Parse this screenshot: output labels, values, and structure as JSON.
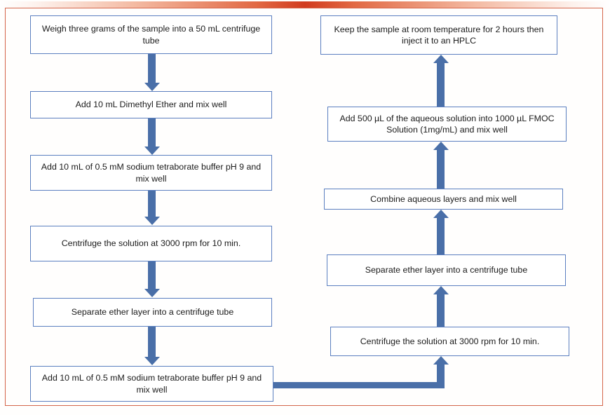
{
  "theme": {
    "accent_red": "#cf3113",
    "frame_border": "#d4654a",
    "box_border": "#5b7fc0",
    "arrow_color": "#4a6fa8",
    "box_fill": "#ffffff",
    "text_color": "#1b1b1b",
    "page_background": "#fffefd"
  },
  "flowchart": {
    "type": "process-flow-diagram",
    "columns": 2,
    "flow_direction": "left column top-to-bottom, then right column bottom-to-top",
    "left_column": {
      "steps": [
        {
          "id": "step-1",
          "text": "Weigh three grams of the sample into a 50 mL centrifuge tube"
        },
        {
          "id": "step-2",
          "text": "Add 10 mL Dimethyl Ether and mix well"
        },
        {
          "id": "step-3",
          "text": "Add 10 mL of 0.5 mM sodium tetraborate buffer pH 9 and mix well"
        },
        {
          "id": "step-4",
          "text": "Centrifuge the solution at 3000 rpm for 10 min."
        },
        {
          "id": "step-5",
          "text": "Separate ether layer into a centrifuge tube"
        },
        {
          "id": "step-6",
          "text": "Add 10 mL of 0.5 mM sodium tetraborate buffer pH 9 and mix well"
        }
      ]
    },
    "right_column": {
      "steps": [
        {
          "id": "step-7",
          "text": "Centrifuge the solution at 3000 rpm for 10 min."
        },
        {
          "id": "step-8",
          "text": "Separate ether layer into a centrifuge tube"
        },
        {
          "id": "step-9",
          "text": "Combine aqueous layers and mix well"
        },
        {
          "id": "step-10",
          "text": "Add 500 µL of the aqueous solution into 1000 µL FMOC Solution (1mg/mL) and mix well"
        },
        {
          "id": "step-11",
          "text": "Keep the sample at room temperature for 2 hours then inject it to an HPLC"
        }
      ]
    },
    "connectors": [
      {
        "id": "connector-1-2",
        "from": "step-1",
        "to": "step-2",
        "direction": "down"
      },
      {
        "id": "connector-2-3",
        "from": "step-2",
        "to": "step-3",
        "direction": "down"
      },
      {
        "id": "connector-3-4",
        "from": "step-3",
        "to": "step-4",
        "direction": "down"
      },
      {
        "id": "connector-4-5",
        "from": "step-4",
        "to": "step-5",
        "direction": "down"
      },
      {
        "id": "connector-5-6",
        "from": "step-5",
        "to": "step-6",
        "direction": "down"
      },
      {
        "id": "connector-6-7",
        "from": "step-6",
        "to": "step-7",
        "direction": "right-then-up"
      },
      {
        "id": "connector-7-8",
        "from": "step-7",
        "to": "step-8",
        "direction": "up"
      },
      {
        "id": "connector-8-9",
        "from": "step-8",
        "to": "step-9",
        "direction": "up"
      },
      {
        "id": "connector-9-10",
        "from": "step-9",
        "to": "step-10",
        "direction": "up"
      },
      {
        "id": "connector-10-11",
        "from": "step-10",
        "to": "step-11",
        "direction": "up"
      }
    ]
  }
}
